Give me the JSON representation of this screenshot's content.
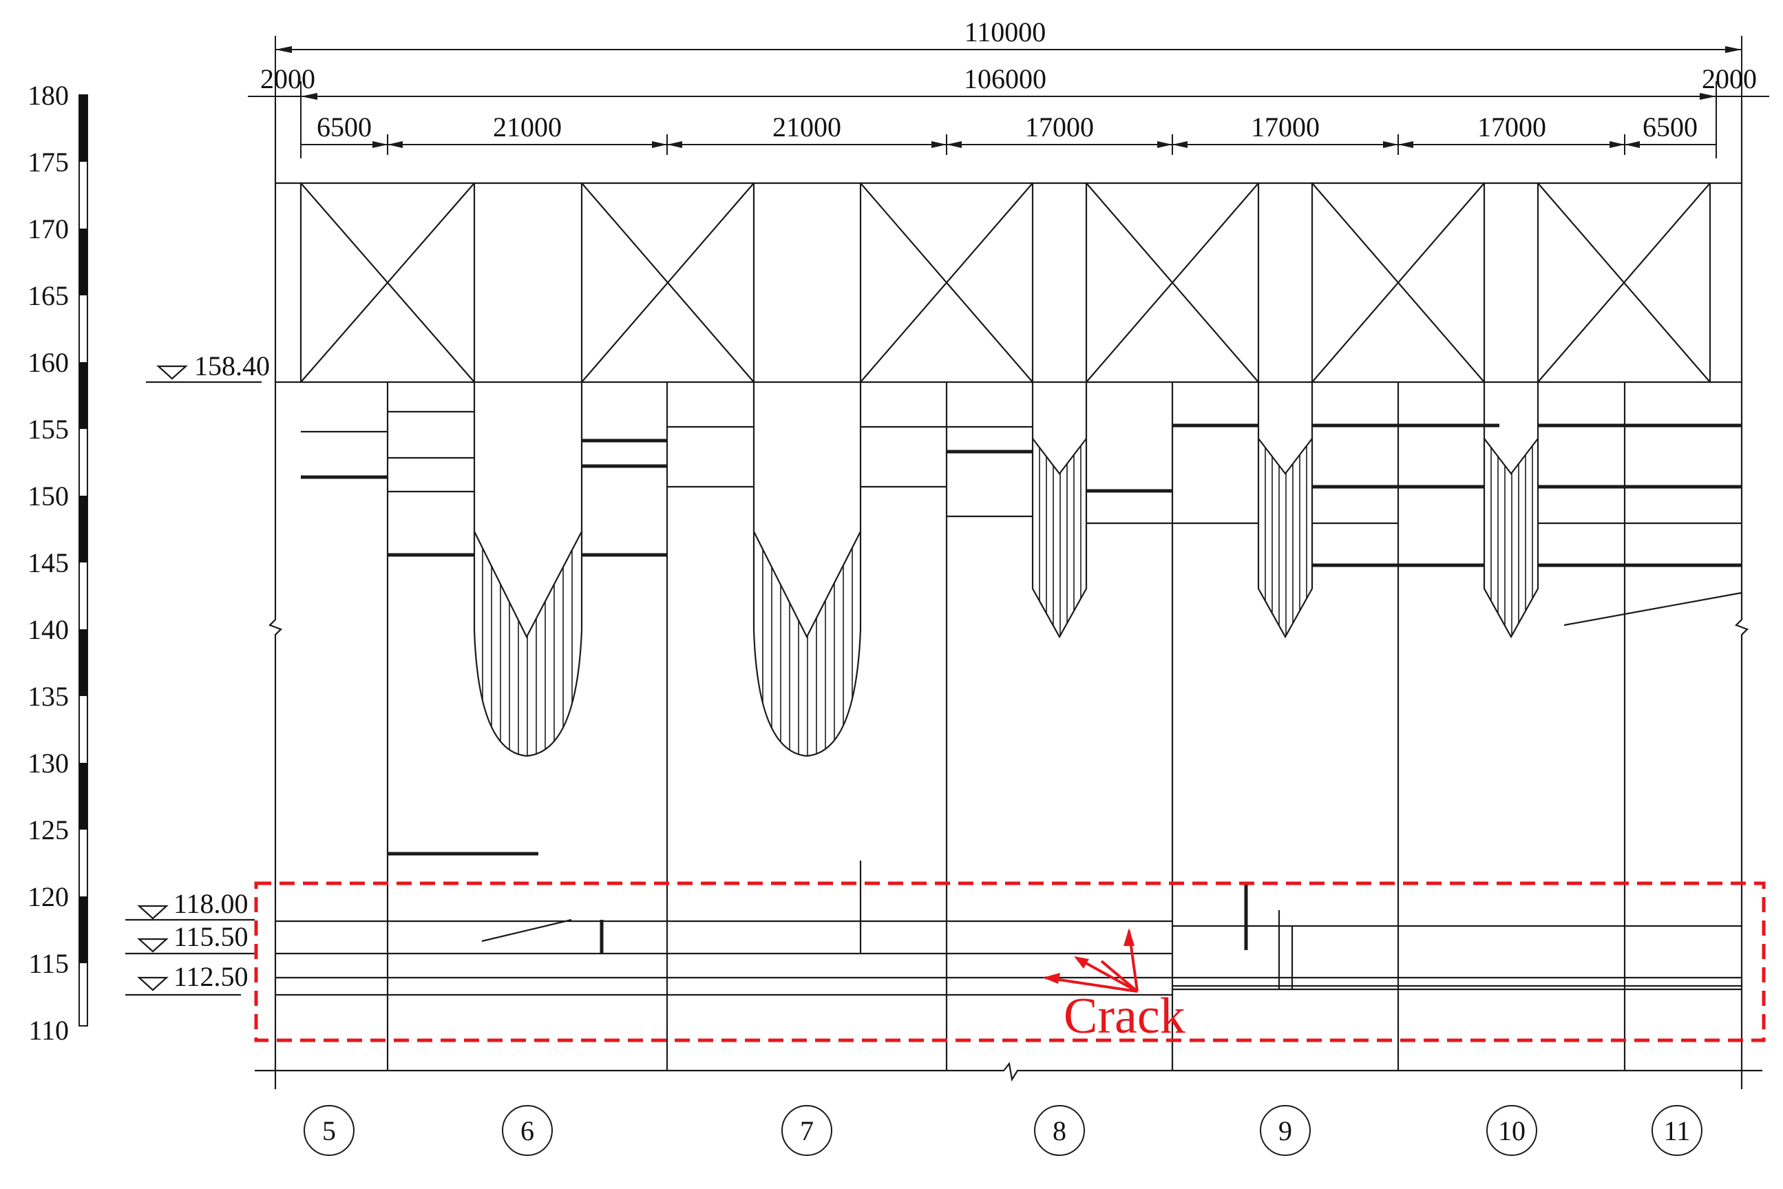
{
  "scale_labels": [
    "180",
    "175",
    "170",
    "165",
    "160",
    "155",
    "150",
    "145",
    "140",
    "135",
    "130",
    "125",
    "120",
    "115",
    "110"
  ],
  "dimensions": {
    "overall": "110000",
    "inner": "106000",
    "edge_left": "2000",
    "edge_right": "2000",
    "spans": [
      "6500",
      "21000",
      "21000",
      "17000",
      "17000",
      "17000",
      "6500"
    ]
  },
  "elevations": [
    "158.40",
    "118.00",
    "115.50",
    "112.50"
  ],
  "pier_labels": [
    "5",
    "6",
    "7",
    "8",
    "9",
    "10",
    "11"
  ],
  "crack_label": "Crack",
  "colors": {
    "line": "#1a1a1a",
    "crack": "#e8161b"
  }
}
